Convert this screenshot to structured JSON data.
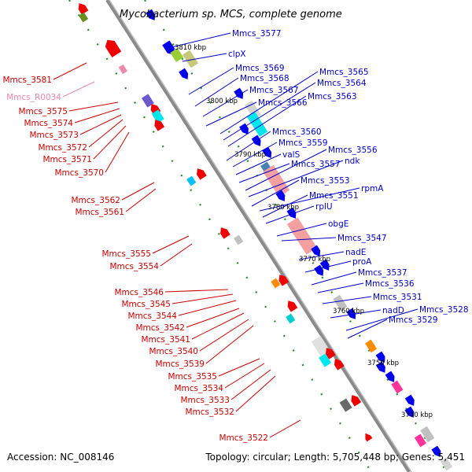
{
  "title": "Mycobacterium sp. MCS, complete genome",
  "footer": {
    "accession": "Accession: NC_008146",
    "topology": "Topology: circular; Length: 5,705,448 bp; Genes: 5,451"
  },
  "colors": {
    "forward_label": "#0000cc",
    "reverse_label": "#cc0000",
    "rna_label": "#ee88aa",
    "backbone": "#888888",
    "tick": "#228b22"
  },
  "scale_labels": [
    "3810 kbp",
    "3800 kbp",
    "3790 kbp",
    "3780 kbp",
    "3770 kbp",
    "3760 kbp",
    "3750 kbp",
    "3740 kbp"
  ],
  "forward_genes": [
    "Mmcs_3577",
    "clpX",
    "Mmcs_3569",
    "Mmcs_3568",
    "Mmcs_3567",
    "Mmcs_3566",
    "Mmcs_3565",
    "Mmcs_3564",
    "Mmcs_3563",
    "Mmcs_3560",
    "Mmcs_3559",
    "valS",
    "Mmcs_3557",
    "Mmcs_3556",
    "ndk",
    "Mmcs_3553",
    "rpmA",
    "Mmcs_3551",
    "rplU",
    "obgE",
    "Mmcs_3547",
    "nadE",
    "proA",
    "Mmcs_3537",
    "Mmcs_3536",
    "Mmcs_3531",
    "nadD",
    "Mmcs_3528",
    "Mmcs_3529"
  ],
  "reverse_genes": [
    "Mmcs_3581",
    "Mmcs_R0034",
    "Mmcs_3575",
    "Mmcs_3574",
    "Mmcs_3573",
    "Mmcs_3572",
    "Mmcs_3571",
    "Mmcs_3570",
    "Mmcs_3562",
    "Mmcs_3561",
    "Mmcs_3555",
    "Mmcs_3554",
    "Mmcs_3546",
    "Mmcs_3545",
    "Mmcs_3544",
    "Mmcs_3542",
    "Mmcs_3541",
    "Mmcs_3540",
    "Mmcs_3539",
    "Mmcs_3535",
    "Mmcs_3534",
    "Mmcs_3533",
    "Mmcs_3532",
    "Mmcs_3522"
  ]
}
